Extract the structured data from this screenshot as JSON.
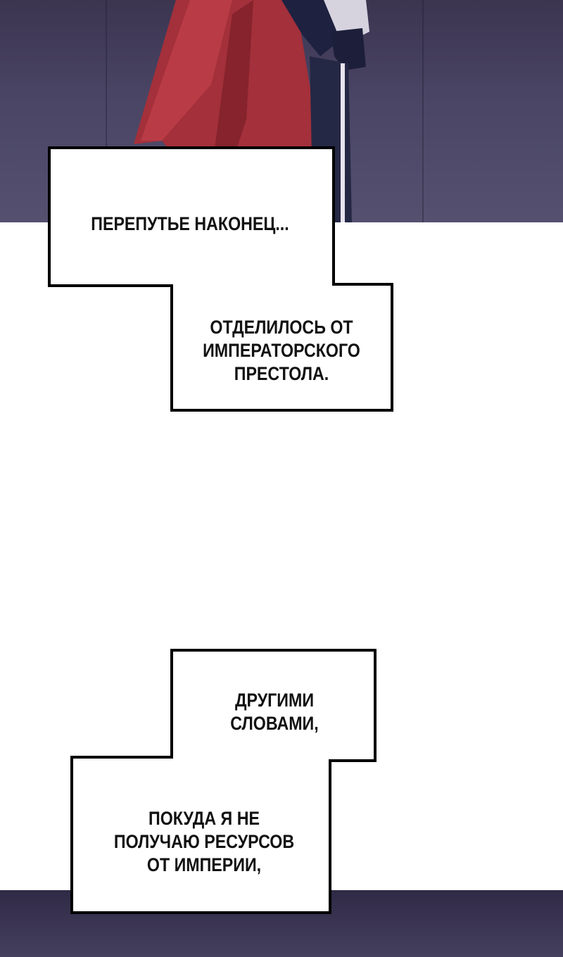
{
  "captions": {
    "c1": "ПЕРЕПУТЬЕ НАКОНЕЦ...",
    "c2": [
      "ОТДЕЛИЛОСЬ ОТ",
      "ИМПЕРАТОРСКОГО",
      "ПРЕСТОЛА."
    ],
    "c3": [
      "ДРУГИМИ",
      "СЛОВАМИ,"
    ],
    "c4": [
      "ПОКУДА Я НЕ",
      "ПОЛУЧАЮ РЕСУРСОВ",
      "ОТ ИМПЕРИИ,"
    ]
  },
  "colors": {
    "scene_top": "#4a4565",
    "scene_bottom": "#3d3756",
    "cloak": "#a3303a",
    "box_border": "#000000",
    "box_fill": "#ffffff"
  }
}
